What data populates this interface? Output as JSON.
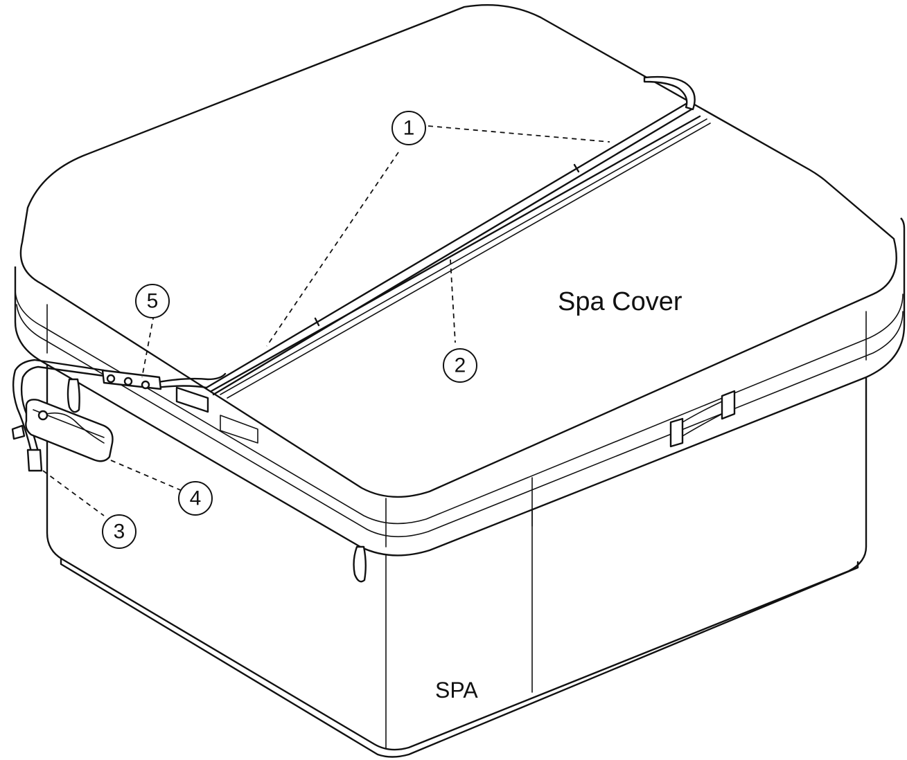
{
  "labels": {
    "cover": "Spa Cover",
    "spa": "SPA"
  },
  "callouts": [
    "1",
    "2",
    "3",
    "4",
    "5"
  ]
}
